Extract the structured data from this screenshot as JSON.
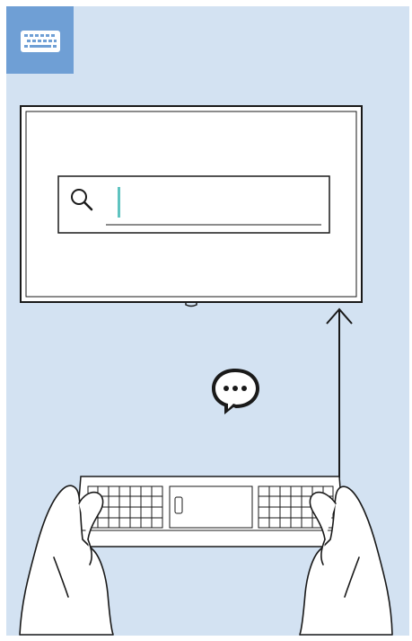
{
  "illustration": {
    "badge_icon": "keyboard-icon",
    "tv": {
      "search_icon": "search-icon",
      "input_value": "",
      "cursor": "text-cursor"
    },
    "message_icon": "chat-bubble-icon",
    "device": "remote-control-with-keyboard",
    "direction": "remote-to-tv-arrow"
  },
  "colors": {
    "panel_background": "#d3e2f2",
    "badge_background": "#6f9fd5",
    "line": "#1a1a1a",
    "cursor": "#5fc3c0",
    "white": "#ffffff"
  }
}
